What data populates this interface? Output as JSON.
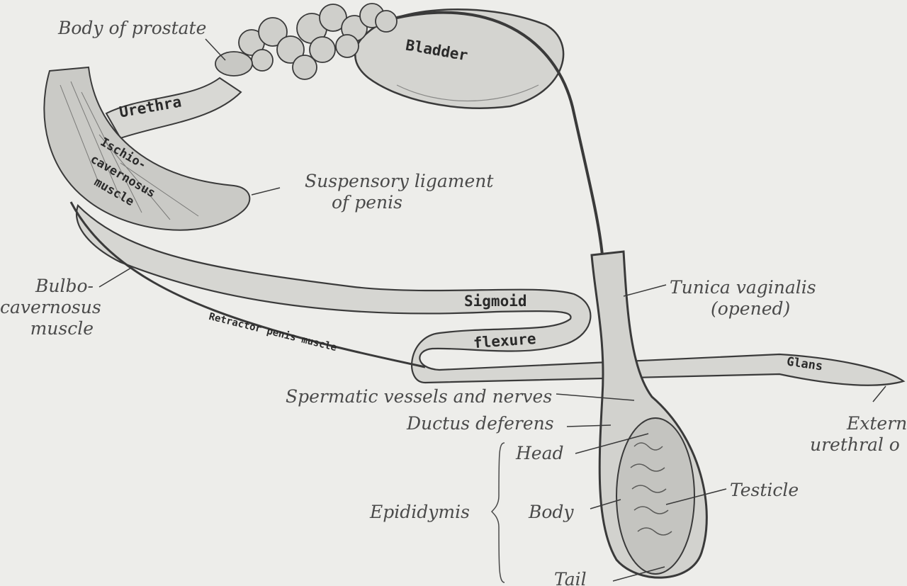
{
  "labels": {
    "body_of_prostate": "Body of prostate",
    "bladder": "Bladder",
    "urethra": "Urethra",
    "ischio": "Ischio-",
    "cavernosus": "cavernosus",
    "muscle": "muscle",
    "suspensory_1": "Suspensory ligament",
    "suspensory_2": "of penis",
    "bulbo_1": "Bulbo-",
    "bulbo_2": "cavernosus",
    "bulbo_3": "muscle",
    "sigmoid": "Sigmoid",
    "flexure": "flexure",
    "retractor": "Retractor penis muscle",
    "tunica_1": "Tunica vaginalis",
    "tunica_2": "(opened)",
    "glans": "Glans",
    "spermatic": "Spermatic vessels and nerves",
    "ductus": "Ductus deferens",
    "extern_1": "Extern",
    "extern_2": "urethral o",
    "head": "Head",
    "testicle": "Testicle",
    "epididymis": "Epididymis",
    "body": "Body",
    "tail": "Tail"
  },
  "colors": {
    "background": "#ededea",
    "ink": "#3a3a3a",
    "tissue": "#d2d2cf",
    "tissue_shade": "#9a9a98"
  }
}
